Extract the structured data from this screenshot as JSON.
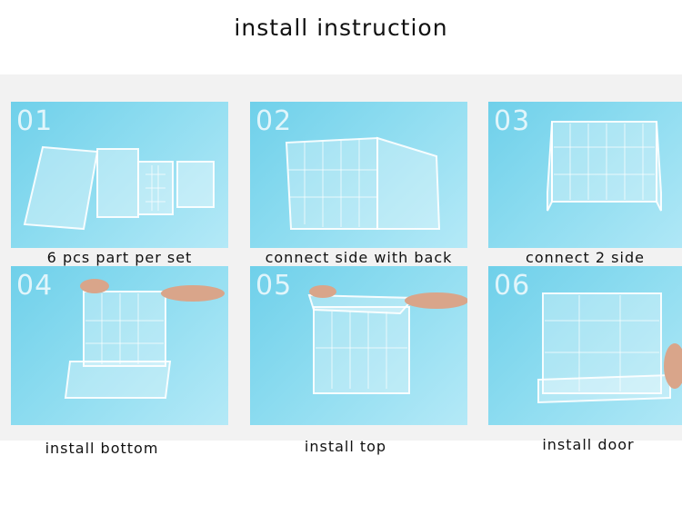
{
  "title": "install instruction",
  "steps": [
    {
      "number": "01",
      "caption": "6 pcs part per set"
    },
    {
      "number": "02",
      "caption": "connect side with back"
    },
    {
      "number": "03",
      "caption": "connect 2 side"
    },
    {
      "number": "04",
      "caption": "install bottom"
    },
    {
      "number": "05",
      "caption": "install top"
    },
    {
      "number": "06",
      "caption": "install door"
    }
  ]
}
